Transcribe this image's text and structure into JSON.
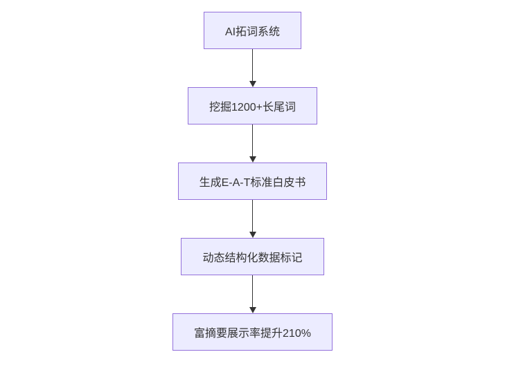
{
  "diagram": {
    "type": "flowchart",
    "direction": "top-down",
    "background_color": "#ffffff",
    "node_fill_color": "#ececff",
    "node_border_color": "#9370db",
    "node_text_color": "#333333",
    "arrow_color": "#333333",
    "nodes": [
      {
        "id": "A",
        "label": "AI拓词系统"
      },
      {
        "id": "B",
        "label": "挖掘1200+长尾词"
      },
      {
        "id": "C",
        "label": "生成E-A-T标准白皮书"
      },
      {
        "id": "D",
        "label": "动态结构化数据标记"
      },
      {
        "id": "E",
        "label": "富摘要展示率提升210%"
      }
    ],
    "edges": [
      {
        "from": "A",
        "to": "B"
      },
      {
        "from": "B",
        "to": "C"
      },
      {
        "from": "C",
        "to": "D"
      },
      {
        "from": "D",
        "to": "E"
      }
    ]
  }
}
